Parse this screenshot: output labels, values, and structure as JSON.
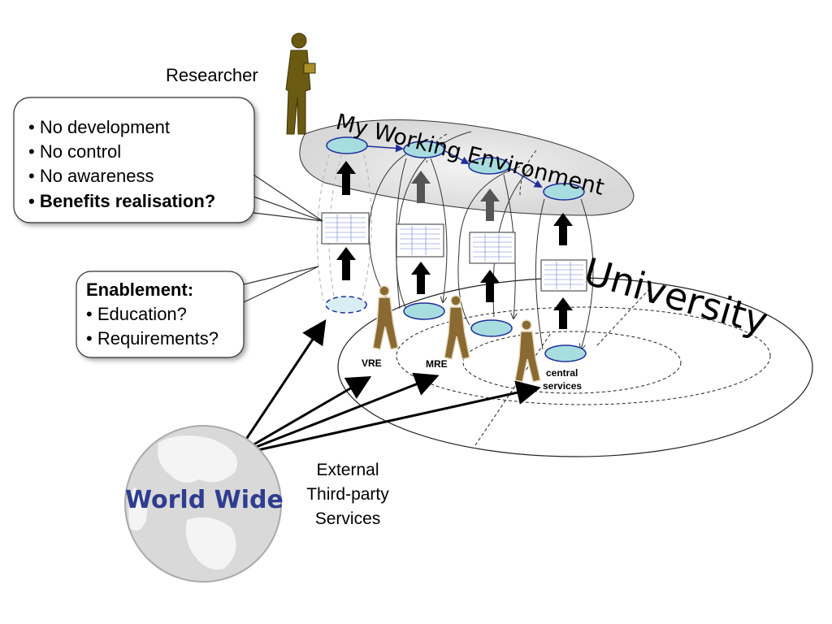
{
  "labels": {
    "researcher": "Researcher",
    "my_working_environment": "My Working Environment",
    "university": "University",
    "vre": "VRE",
    "mre": "MRE",
    "central_services_line1": "central",
    "central_services_line2": "services",
    "world_wide": "World Wide",
    "external_line1": "External",
    "external_line2": "Third-party",
    "external_line3": "Services"
  },
  "callout_top": {
    "items": [
      "• No development",
      "• No control",
      "• No awareness",
      "• Benefits realisation?"
    ]
  },
  "callout_bottom": {
    "heading": "Enablement:",
    "items": [
      "• Education?",
      "• Requirements?"
    ]
  },
  "colors": {
    "node_fill": "#a8dde0",
    "node_stroke": "#1f2f9a",
    "mwe_fill": "#e6e6e6",
    "figure_fill": "#8a6a32",
    "researcher_fill": "#6b5a12",
    "world_text": "#2e3d8f",
    "globe_fill": "#d4d4d4"
  }
}
